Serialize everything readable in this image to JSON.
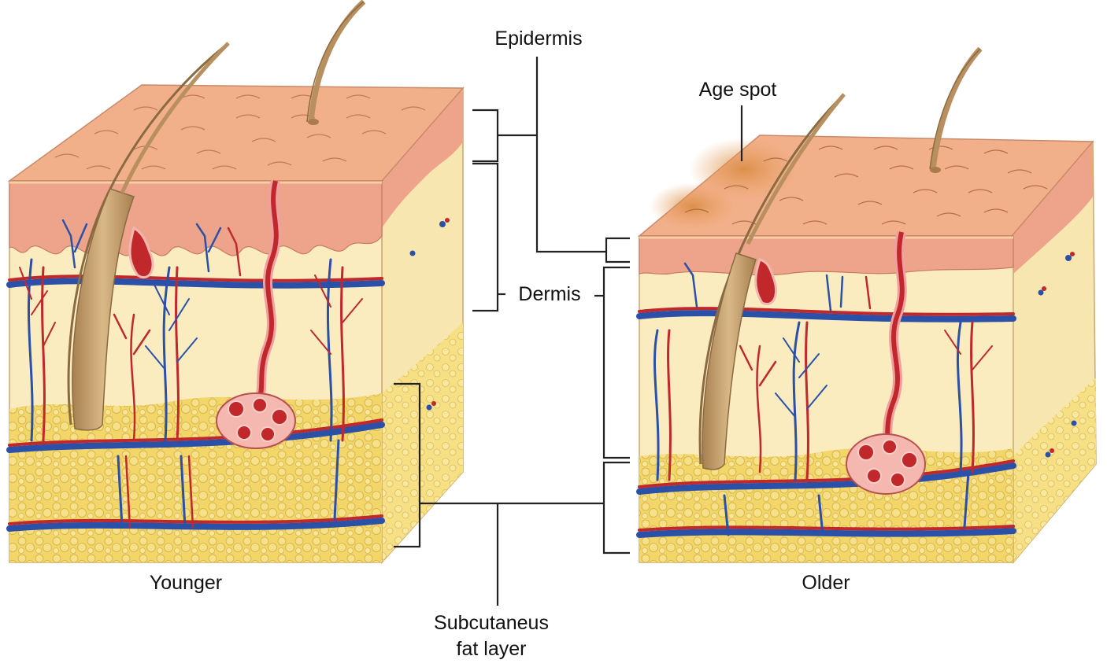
{
  "labels": {
    "epidermis": "Epidermis",
    "dermis": "Dermis",
    "age_spot": "Age spot",
    "subcutaneous_line1": "Subcutaneus",
    "subcutaneous_line2": "fat layer",
    "younger": "Younger",
    "older": "Older"
  },
  "colors": {
    "epidermis_top": "#f2b08a",
    "epidermis_side": "#eea48a",
    "dermis": "#fbecc0",
    "fat": "#f3d66a",
    "artery": "#c0282b",
    "vein": "#2a50a8",
    "hair": "#c8a070",
    "age_spot": "#d98a40"
  }
}
